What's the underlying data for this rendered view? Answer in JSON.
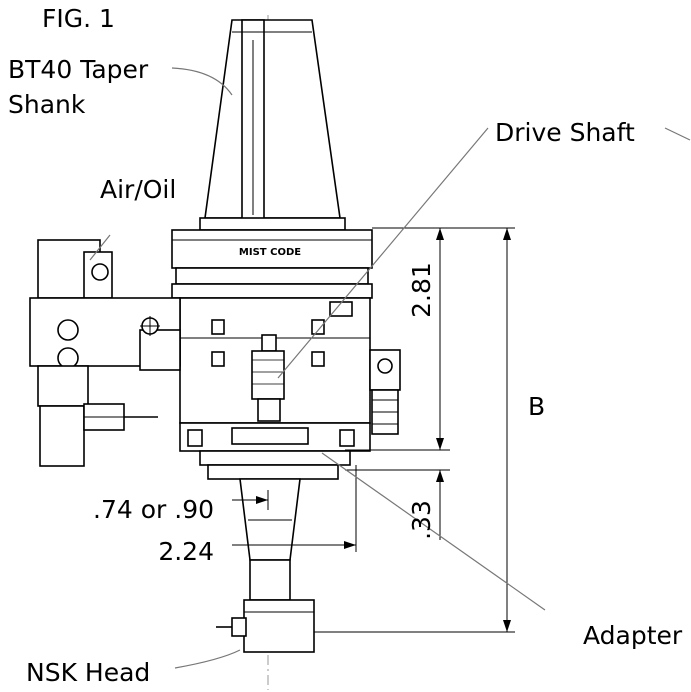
{
  "labels": {
    "fig": "FIG. 1",
    "taper_line1": "BT40 Taper",
    "taper_line2": "Shank",
    "air_oil": "Air/Oil",
    "drive_shaft": "Drive Shaft",
    "adapter": "Adapter",
    "nsk_head": "NSK Head",
    "brand_mark": "MIST CODE"
  },
  "dimensions": {
    "d_281": "2.81",
    "d_033": ".33",
    "d_b": "B",
    "d_074_090": ".74 or .90",
    "d_224": "2.24"
  },
  "colors": {
    "line": "#000000",
    "leader": "#777777",
    "background": "#ffffff"
  }
}
